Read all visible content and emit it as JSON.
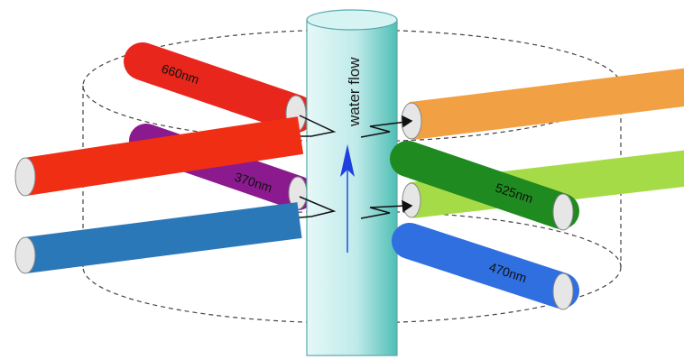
{
  "diagram": {
    "flow_label": "water flow",
    "wavelengths": [
      {
        "label": "660nm",
        "color": "#e8261c"
      },
      {
        "label": "370nm",
        "color": "#8a1a8e"
      },
      {
        "label": "525nm",
        "color": "#1f8a1f"
      },
      {
        "label": "470nm",
        "color": "#2f6fe0"
      }
    ],
    "other_fibers": [
      {
        "name": "red-front",
        "color": "#f02e14"
      },
      {
        "name": "blue-front",
        "color": "#2b78b8"
      },
      {
        "name": "orange",
        "color": "#f2a044"
      },
      {
        "name": "light-green",
        "color": "#a6db48"
      }
    ],
    "pipe_color": "#bfe9ea",
    "arrow_color": "#1d3fe0"
  }
}
